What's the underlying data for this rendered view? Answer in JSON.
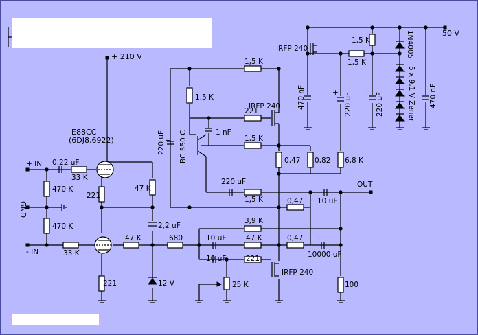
{
  "colors": {
    "background": "#b8b9ff",
    "frame": "#4a4a9a",
    "ink": "#000000",
    "label_box": "#ffffff"
  },
  "supply": {
    "hv": "+ 210 V",
    "lv": "50 V"
  },
  "tube": {
    "name": "E88CC",
    "alt": "(6DJ8,6922)"
  },
  "inputs": {
    "plus": "+ IN",
    "minus": "- IN",
    "gnd": "GND",
    "out": "OUT"
  },
  "labels": {
    "c_in": "0,22 uF",
    "r_in_p": "33 K",
    "r_in_m": "33 K",
    "r_bias_p": "470 K",
    "r_bias_m": "470 K",
    "r_cath": "221",
    "r_plate": "47 K",
    "c_coup": "2,2 uF",
    "r_tail": "221",
    "zener12": "12 V",
    "r_grid2": "47 K",
    "r_680": "680",
    "c_bc": "220 uF",
    "bc": "BC 550 C",
    "r_bc_top": "1,5 K",
    "r_top": "1,5 K",
    "c_1nf": "1 nF",
    "q_upper_drv": "IRFP 240",
    "r_221_mid": "221",
    "r_15k_mid": "1,5 K",
    "r_047_a": "0,47",
    "r_082": "0,82",
    "r_68k": "6,8 K",
    "c_220_out": "220 uF",
    "r_15k_low": "1,5 K",
    "r_047_b": "0,47",
    "c_10uf_out": "10 uF",
    "r_39k": "3,9 K",
    "c_10uf_a": "10 uF",
    "r_47k_fb": "47 K",
    "r_047_c": "0,47",
    "c_10000": "10000 uF",
    "c_10uf_b": "10 uF",
    "r_221_low": "221",
    "q_lower": "IRFP 240",
    "pot": "25 K",
    "r_100": "100",
    "q_top": "IRFP 240",
    "r_15k_a": "1,5 K",
    "r_15k_b": "1,5 K",
    "diode": "1N4005",
    "c_470_a": "470 nF",
    "c_220_a": "220 uF",
    "c_220_b": "220 uF",
    "zener": "5 x 9,1 V Zener",
    "c_470_b": "470 nF"
  }
}
